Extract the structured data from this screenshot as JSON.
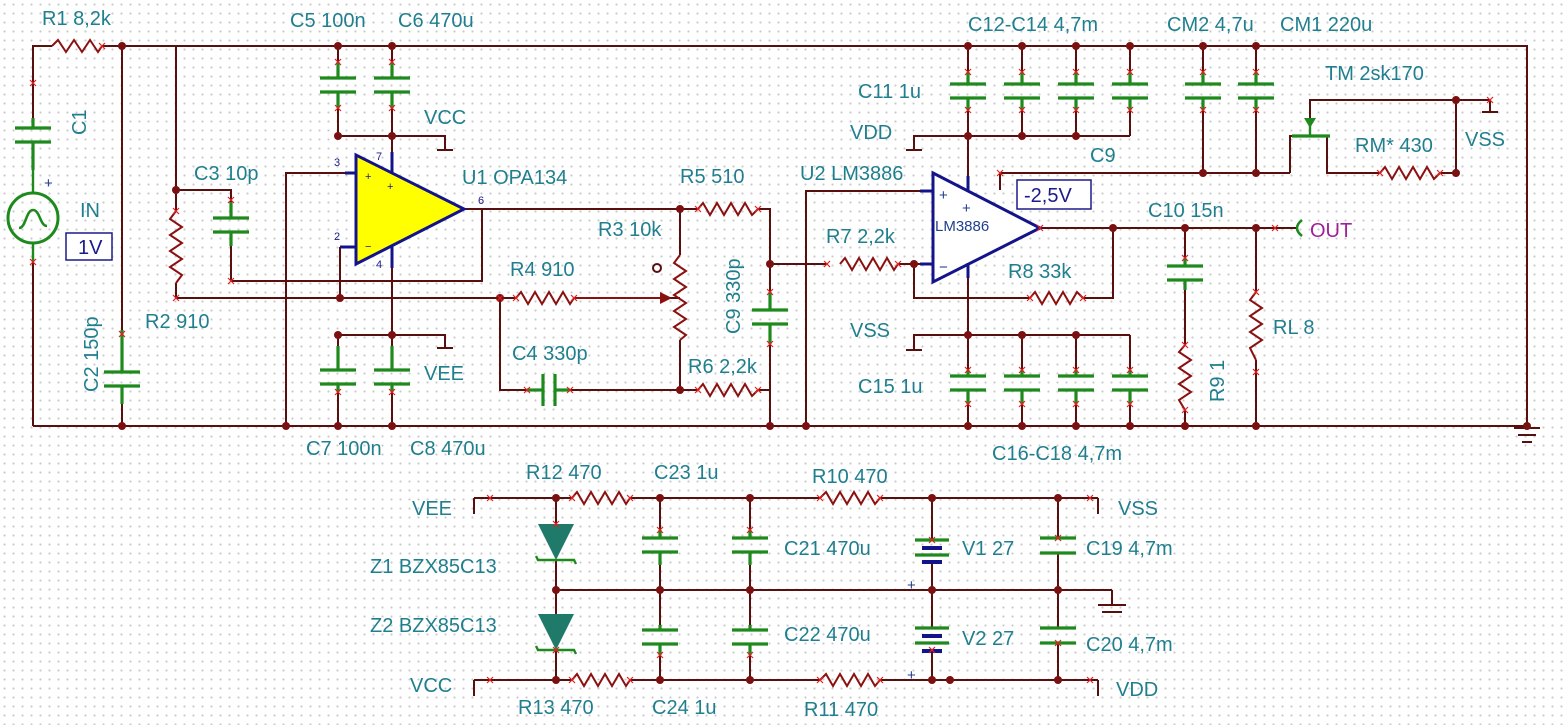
{
  "components": {
    "R1": "R1 8,2k",
    "C1": "C1",
    "IN": "IN",
    "IN_v": "1V",
    "R2": "R2 910",
    "C2": "C2 150p",
    "C3": "C3 10p",
    "C5": "C5 100n",
    "C6": "C6 470u",
    "VCC_top": "VCC",
    "U1": "U1 OPA134",
    "VEE_mid": "VEE",
    "C7": "C7 100n",
    "C8": "C8 470u",
    "R4": "R4 910",
    "C4": "C4 330p",
    "R3": "R3 10k",
    "R5": "R5 510",
    "R6": "R6 2,2k",
    "C9v": "C9 330p",
    "U2": "U2 LM3886",
    "U2_body": "LM3886",
    "R7": "R7 2,2k",
    "R8": "R8 33k",
    "VDD_mid": "VDD",
    "VSS_mid": "VSS",
    "C11": "C11 1u",
    "C9": "C9",
    "C12": "C12-C14 4,7m",
    "CM2": "CM2 4,7u",
    "CM1": "CM1 220u",
    "TM": "TM 2sk170",
    "RM": "RM* 430",
    "VSS_right": "VSS",
    "C15": "C15 1u",
    "C16": "C16-C18 4,7m",
    "C10": "C10 15n",
    "OUT": "OUT",
    "RL": "RL 8",
    "R9": "R9 1",
    "meter": "-2,5V",
    "VEE_bot": "VEE",
    "VCC_bot": "VCC",
    "R12": "R12 470",
    "R13": "R13 470",
    "Z1": "Z1 BZX85C13",
    "Z2": "Z2 BZX85C13",
    "C23": "C23 1u",
    "C24": "C24 1u",
    "R10": "R10 470",
    "R11": "R11 470",
    "C21": "C21 470u",
    "C22": "C22 470u",
    "V1": "V1 27",
    "V2": "V2 27",
    "C19": "C19 4,7m",
    "C20": "C20 4,7m",
    "VSS_bot": "VSS",
    "VDD_bot": "VDD"
  },
  "pins": {
    "p3": "3",
    "p2": "2",
    "p7": "7",
    "p4": "4",
    "p6": "6",
    "plus": "+",
    "minus": "−"
  },
  "colors": {
    "wire": "#5a0f0f",
    "component": "#1e8a1e",
    "resistor": "#8b1010",
    "opamp_fill": "#ffff00",
    "opamp_outline": "#14148a",
    "label": "#1f7f8f",
    "out_label": "#a0209a",
    "junction": "#7a1010"
  },
  "icons": [
    "sine-source-icon",
    "ground-icon",
    "battery-icon",
    "zener-diode-icon",
    "jfet-icon",
    "opamp-icon",
    "voltmeter-icon"
  ]
}
